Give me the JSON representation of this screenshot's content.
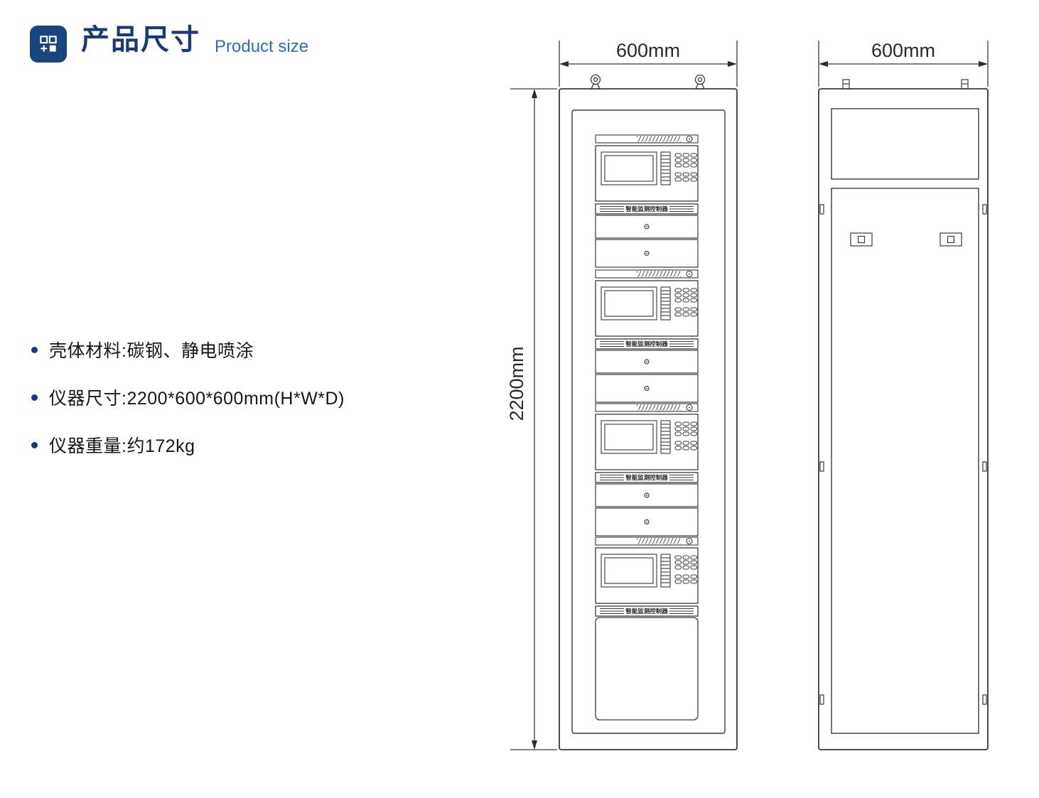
{
  "header": {
    "title": "产品尺寸",
    "subtitle": "Product size"
  },
  "specs": [
    "壳体材料:碳钢、静电喷涂",
    "仪器尺寸:2200*600*600mm(H*W*D)",
    "仪器重量:约172kg"
  ],
  "front_view": {
    "width_label": "600mm",
    "height_label": "2200mm",
    "module_label": "智能监测控制器"
  },
  "rear_view": {
    "width_label": "600mm"
  },
  "colors": {
    "accent_dark": "#17457e",
    "title_text": "#1b3a75",
    "subtitle_text": "#2f6db8",
    "line": "#3a3a3a"
  }
}
